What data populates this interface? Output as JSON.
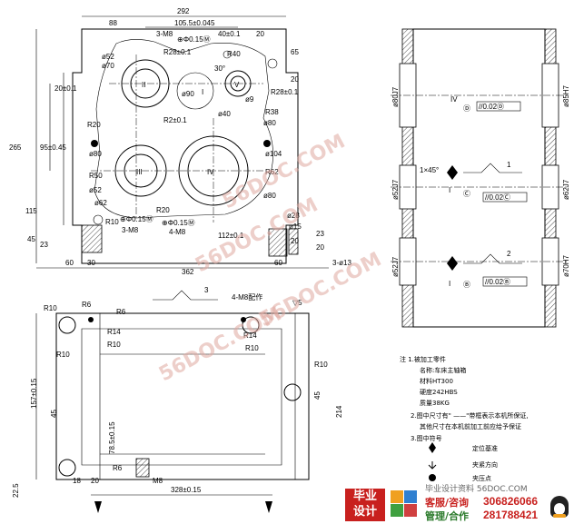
{
  "top_view": {
    "dims": {
      "d292": "292",
      "d88": "88",
      "d105": "105.5±0.045",
      "m8_3a": "3-M8",
      "tol_a": "⊕Φ0.15Ⓜ",
      "r28": "R28±0.1",
      "d40": "40±0.1",
      "d20": "20",
      "r40": "R40",
      "d52": "ø52",
      "d70": "ø70",
      "d30": "30°",
      "d65": "65",
      "r28b": "R28±0.1",
      "d90": "ø90",
      "d9": "ø9",
      "d20b": "20",
      "r38": "R38",
      "d40b": "ø40",
      "r20": "R20",
      "r2": "R2±0.1",
      "d80": "ø80",
      "d104": "ø104",
      "r50": "R50",
      "r62": "R62",
      "d52b": "ø52",
      "d62": "ø62",
      "d80b": "ø80",
      "r20b": "R20",
      "r10": "R10",
      "tol_b": "⊕Φ0.15Ⓜ",
      "tol_c": "⊕Φ0.15Ⓜ",
      "m8_3b": "3-M8",
      "m8_4": "4-M8",
      "d112": "112±0.1",
      "d28": "ø28",
      "d265": "265",
      "d95": "95±0.45",
      "d115": "115",
      "d45": "45",
      "d23": "23",
      "d20c": "20±0.1",
      "d60": "60",
      "d30b": "30",
      "d362": "362",
      "d60b": "60",
      "d13": "3-ø13",
      "d23b": "23",
      "d20d": "20",
      "d20e": "20",
      "d15": "ø15",
      "r1": "I",
      "r2l": "II",
      "r3": "III",
      "r4": "IV",
      "r5": "V"
    }
  },
  "section_view": {
    "labels": {
      "d80j7": "ø80J7",
      "d52j7": "ø52J7",
      "d52j7b": "ø52J7",
      "d85h7": "ø85H7",
      "d62j7": "ø62J7",
      "d70h7": "ø70H7",
      "chamfer": "1×45°",
      "tol1": "//0.02Ⓓ",
      "tol2": "//0.02Ⓒ",
      "tol3": "//0.02Ⓑ",
      "tag1": "1",
      "tag2": "2",
      "rIV": "IV",
      "rI": "I",
      "rI2": "I",
      "d": "Ⓓ",
      "c": "Ⓒ",
      "b": "Ⓑ"
    }
  },
  "bottom_view": {
    "labels": {
      "tag3": "3",
      "m8_4": "4-M8配作",
      "v5": "▽5",
      "r10a": "R10",
      "r6a": "R6",
      "r6b": "R6",
      "r14a": "R14",
      "r10b": "R10",
      "r10c": "R10",
      "r14b": "R14",
      "r10d": "R10",
      "r10e": "R10",
      "r6c": "R6",
      "m8": "M8",
      "d18": "18",
      "d20": "20",
      "d157": "157±0.15",
      "d45": "45",
      "d78": "78.5±0.15",
      "d328": "328±0.15",
      "d45b": "45",
      "d214": "214",
      "d22": "22.5"
    }
  },
  "notes": {
    "title": "注  1.被加工零件",
    "l1": "名称:车床主轴箱",
    "l2": "材料HT300",
    "l3": "硬度242HBS",
    "l4": "质量38KG",
    "l5": "2.图中尺寸有\" ——\"带框表示本机所保证,",
    "l6": "其他尺寸在本机前加工前应给予保证",
    "l7": "3.图中符号",
    "l8": "定位基准",
    "l9": "夹紧方向",
    "l10": "夹压点"
  },
  "watermarks": {
    "w1": "56DOC.COM",
    "w2": "56DOC.COM",
    "w3": "56DOC.COM",
    "w4": "56DOC.COM"
  },
  "footer": {
    "badge1": "毕业",
    "badge2": "设计",
    "site": "毕业设计资料 56DOC.COM",
    "kefu": "客服/咨询",
    "guanli": "管理/合作",
    "num1": "306826066",
    "num2": "281788421"
  }
}
